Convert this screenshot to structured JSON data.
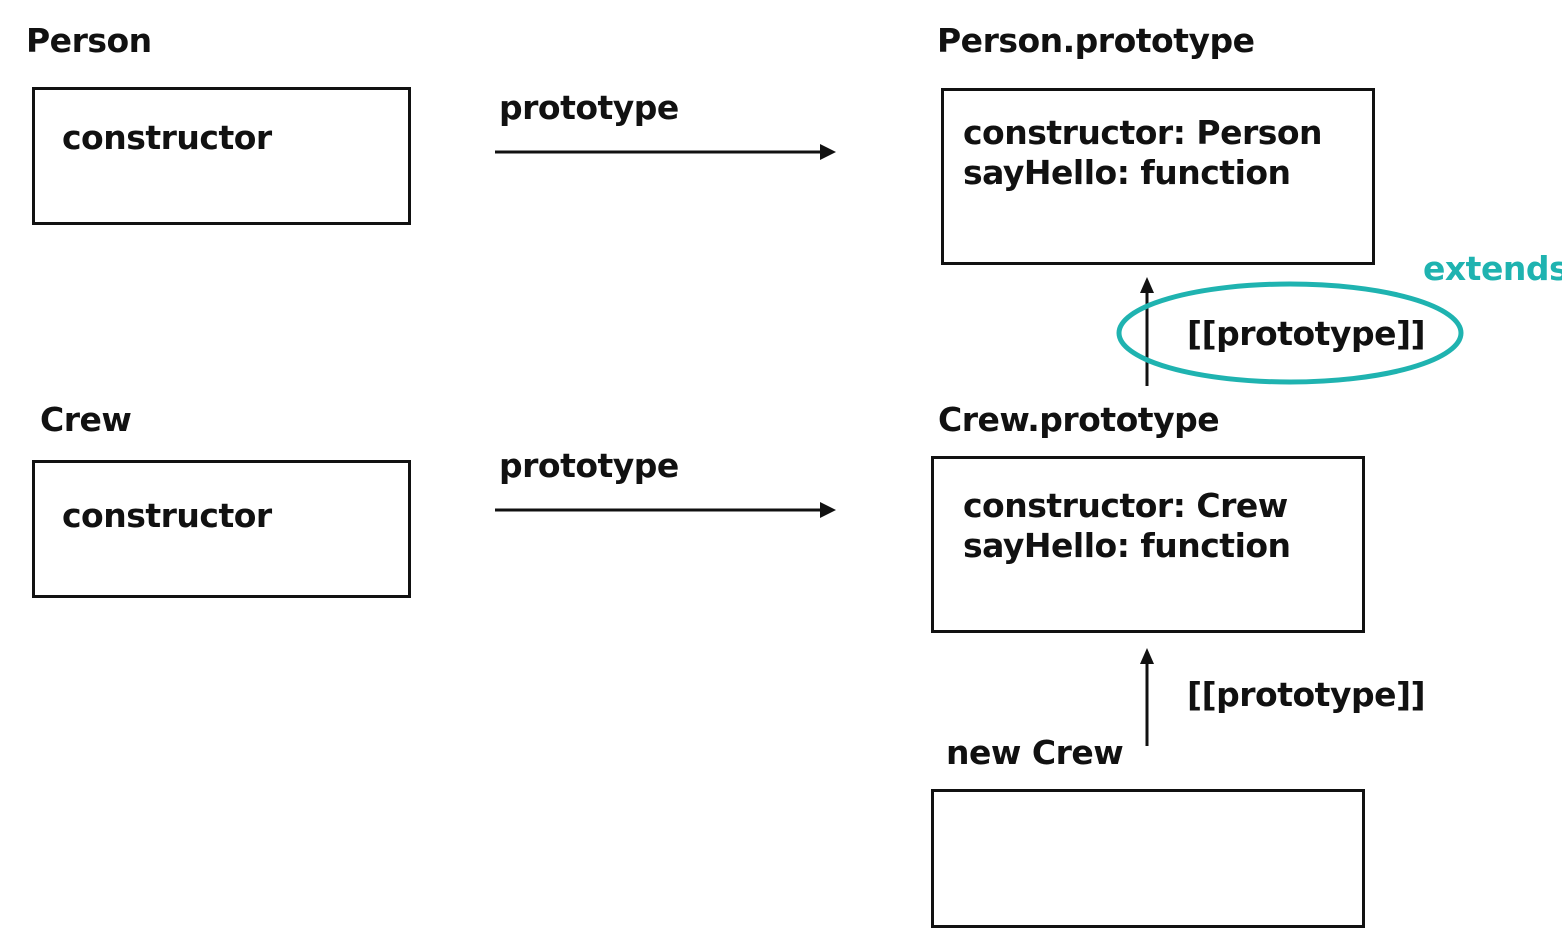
{
  "person": {
    "title": "Person",
    "box_text": "constructor"
  },
  "person_prototype": {
    "title": "Person.prototype",
    "lines": [
      "constructor: Person",
      "sayHello: function"
    ]
  },
  "crew": {
    "title": "Crew",
    "box_text": "constructor"
  },
  "crew_prototype": {
    "title": "Crew.prototype",
    "lines": [
      "constructor: Crew",
      "sayHello: function"
    ]
  },
  "new_crew": {
    "title": "new Crew"
  },
  "edges": {
    "person_to_proto": "prototype",
    "crew_to_proto": "prototype",
    "crewproto_to_personproto": "[[prototype]]",
    "newcrew_to_crewproto": "[[prototype]]"
  },
  "annotation": {
    "text": "extends",
    "color": "#1fb3b0"
  }
}
